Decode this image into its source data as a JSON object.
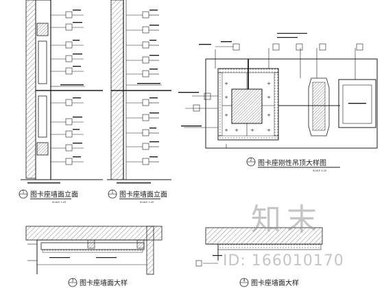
{
  "drawing": {
    "titles": {
      "elev_left": "图卡座墙面立面",
      "elev_mid": "图卡座墙面立面",
      "ceiling_plan": "图卡座刚性吊顶大样图",
      "section_left": "图卡座墙面大样",
      "section_right": "图卡座墙面大样"
    },
    "numbers": {
      "elev_left": "1",
      "elev_mid": "1",
      "ceiling_plan": "2",
      "section_left": "3",
      "section_right": "4"
    },
    "scale_text": "SCALE 1:20",
    "watermark": {
      "logo": "知末",
      "id": "ID: 166010170"
    }
  },
  "colors": {
    "line": "#1a1a1a",
    "hatch": "#555555",
    "tag_fill": "#ffffff",
    "watermark": "#9a9a9a"
  }
}
